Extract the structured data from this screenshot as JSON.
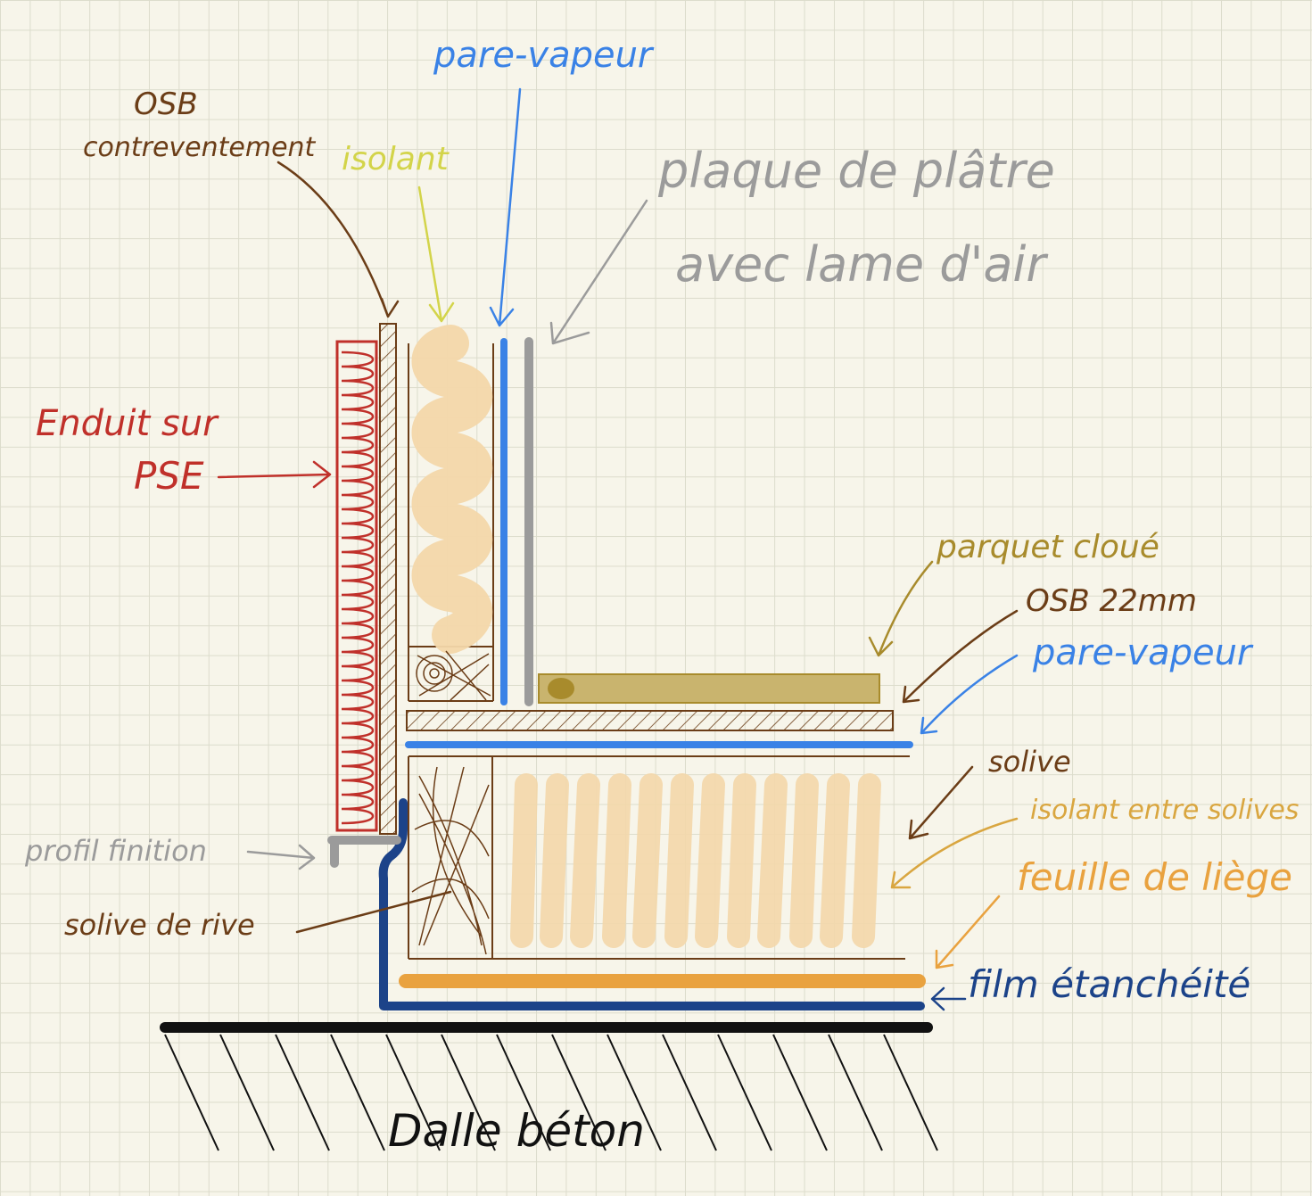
{
  "labels": {
    "osb_contreventement_1": "OSB",
    "osb_contreventement_2": "contreventement",
    "isolant": "isolant",
    "pare_vapeur_wall": "pare-vapeur",
    "plaque_1": "plaque de plâtre",
    "plaque_2": "avec lame d'air",
    "enduit_1": "Enduit sur",
    "enduit_2": "PSE",
    "parquet": "parquet cloué",
    "osb_22": "OSB 22mm",
    "pare_vapeur_floor": "pare-vapeur",
    "solive": "solive",
    "isolant_solives": "isolant entre solives",
    "feuille_liege": "feuille de liège",
    "film_etancheite": "film étanchéité",
    "profil_finition": "profil finition",
    "solive_rive": "solive de rive",
    "dalle": "Dalle béton"
  },
  "colors": {
    "red": "#c0302a",
    "brown": "#6b3d17",
    "yellow": "#d3d44a",
    "blue": "#3a82e6",
    "navy": "#1c4389",
    "grey": "#9b9b9b",
    "olive": "#a88b2c",
    "insulation": "#f3d7aa",
    "orange": "#e9a23f",
    "parquet_fill": "#c9b46e",
    "ink": "#111111"
  },
  "icons": [
    "arrow-icon",
    "hatch-pattern",
    "insulation-zigzag"
  ]
}
